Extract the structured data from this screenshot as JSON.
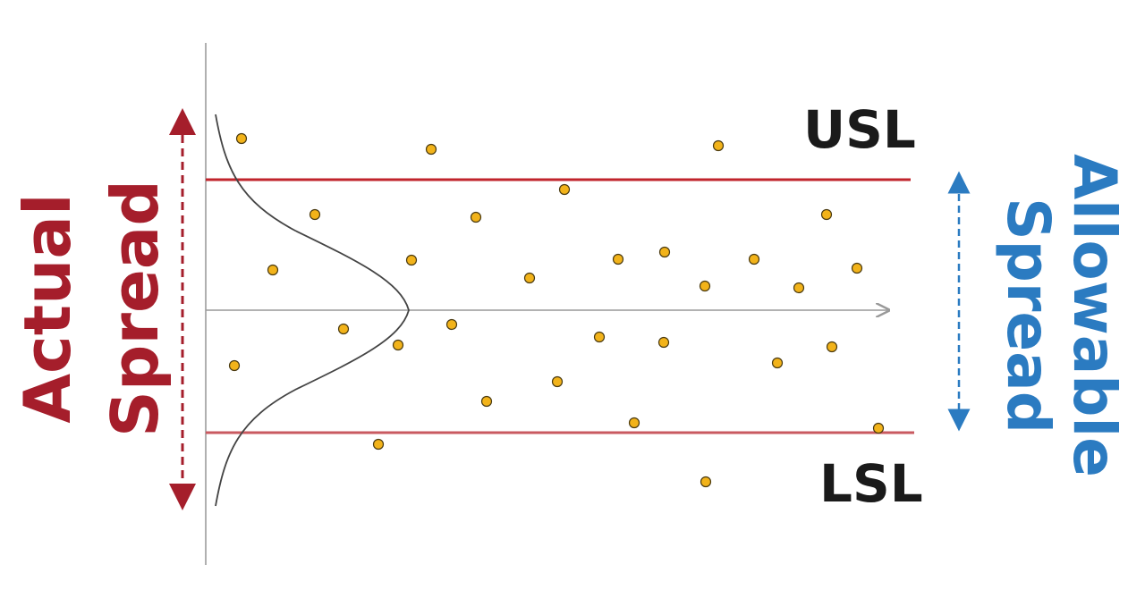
{
  "labels": {
    "usl": "USL",
    "lsl": "LSL",
    "actual_spread": [
      "Actual",
      "Spread"
    ],
    "allowable_spread": [
      "Allowable",
      "Spread"
    ]
  },
  "colors": {
    "actual_spread": "#a51e2b",
    "allowable_spread": "#2b7bc1",
    "limit_line": "#c0242c",
    "point_fill": "#f2b31a",
    "point_stroke": "#4a3a10",
    "axis": "#999999",
    "curve": "#444444",
    "text": "#1a1a1a"
  },
  "chart_data": {
    "type": "scatter",
    "description_of_marks": "process points scattered around a centerline between USL and LSL, with a normal curve on the left",
    "points": [
      [
        270,
        155
      ],
      [
        482,
        167
      ],
      [
        803,
        163
      ],
      [
        631,
        212
      ],
      [
        352,
        240
      ],
      [
        532,
        243
      ],
      [
        924,
        240
      ],
      [
        305,
        302
      ],
      [
        460,
        291
      ],
      [
        592,
        311
      ],
      [
        691,
        290
      ],
      [
        743,
        282
      ],
      [
        843,
        290
      ],
      [
        788,
        320
      ],
      [
        893,
        322
      ],
      [
        958,
        300
      ],
      [
        384,
        368
      ],
      [
        445,
        386
      ],
      [
        505,
        363
      ],
      [
        670,
        377
      ],
      [
        742,
        383
      ],
      [
        930,
        388
      ],
      [
        262,
        409
      ],
      [
        869,
        406
      ],
      [
        623,
        427
      ],
      [
        544,
        449
      ],
      [
        709,
        473
      ],
      [
        982,
        479
      ],
      [
        423,
        497
      ],
      [
        789,
        539
      ]
    ]
  }
}
